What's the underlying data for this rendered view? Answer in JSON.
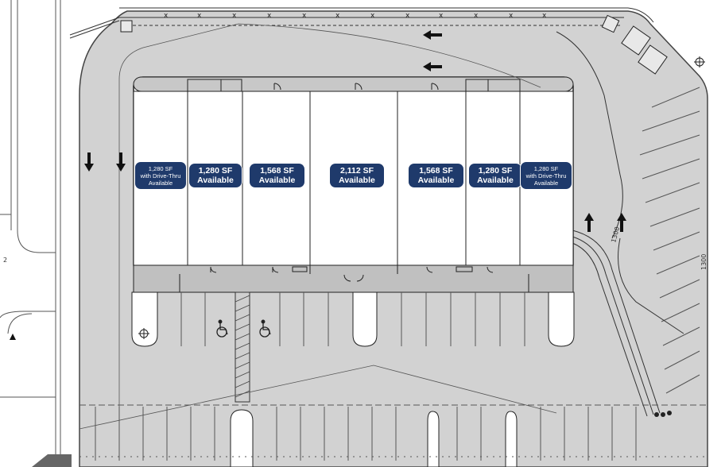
{
  "units": [
    {
      "id": "unit-1",
      "size": "1,280 SF",
      "note": "with Drive-Thru",
      "status": "Available"
    },
    {
      "id": "unit-2",
      "size": "1,280 SF",
      "note": "",
      "status": "Available"
    },
    {
      "id": "unit-3",
      "size": "1,568 SF",
      "note": "",
      "status": "Available"
    },
    {
      "id": "unit-4",
      "size": "2,112 SF",
      "note": "",
      "status": "Available"
    },
    {
      "id": "unit-5",
      "size": "1,568 SF",
      "note": "",
      "status": "Available"
    },
    {
      "id": "unit-6",
      "size": "1,280 SF",
      "note": "",
      "status": "Available"
    },
    {
      "id": "unit-7",
      "size": "1,280 SF",
      "note": "with Drive-Thru",
      "status": "Available"
    }
  ],
  "dimension_labels": [
    "1300",
    "1300"
  ],
  "side_labels": [
    "2"
  ],
  "colors": {
    "paving": "#d2d2d2",
    "building": "#ffffff",
    "badge": "#1f3a6b",
    "line": "#333333"
  },
  "icons": [
    "accessible-parking-icon",
    "accessible-parking-icon",
    "light-pole-icon",
    "traffic-arrow-icon"
  ]
}
